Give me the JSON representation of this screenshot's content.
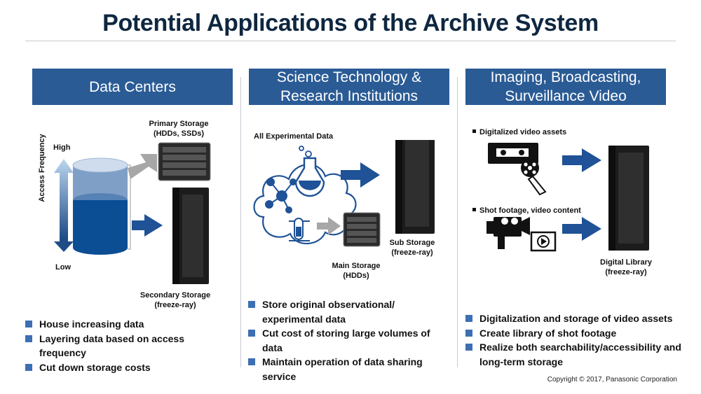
{
  "title": "Potential Applications of the Archive System",
  "columns": [
    {
      "header": "Data Centers",
      "labels": {
        "primary": "Primary Storage\n(HDDs, SSDs)",
        "high": "High",
        "low": "Low",
        "axis": "Access Frequency",
        "secondary": "Secondary Storage\n(freeze-ray)"
      },
      "bullets": [
        "House increasing data",
        "Layering data based on access frequency",
        "Cut down storage costs"
      ]
    },
    {
      "header": "Science Technology & Research Institutions",
      "labels": {
        "experimental": "All Experimental Data",
        "sub": "Sub Storage\n(freeze-ray)",
        "main": "Main Storage\n(HDDs)"
      },
      "bullets": [
        "Store original observational/ experimental data",
        "Cut cost of storing large volumes of data",
        "Maintain operation of data sharing service"
      ]
    },
    {
      "header": "Imaging, Broadcasting, Surveillance Video",
      "labels": {
        "video_assets": "Digitalized video assets",
        "shot_footage": "Shot footage, video content",
        "library": "Digital Library\n(freeze-ray)"
      },
      "bullets": [
        "Digitalization and storage of video assets",
        "Create library of shot footage",
        "Realize both searchability/accessibility and long-term storage"
      ]
    }
  ],
  "copyright": "Copyright © 2017, Panasonic Corporation",
  "colors": {
    "band": "#2a5b95",
    "arrow": "#1f5296",
    "gray_arrow": "#a7a7a7",
    "bullet": "#3d6fb3"
  },
  "icons": [
    "flask-icon",
    "test-tube-icon",
    "molecule-icon",
    "cloud-icon",
    "vhs-tape-icon",
    "film-reel-icon",
    "video-camera-icon",
    "play-button-icon",
    "server-rack-icon",
    "server-unit-icon",
    "cylinder-icon"
  ]
}
